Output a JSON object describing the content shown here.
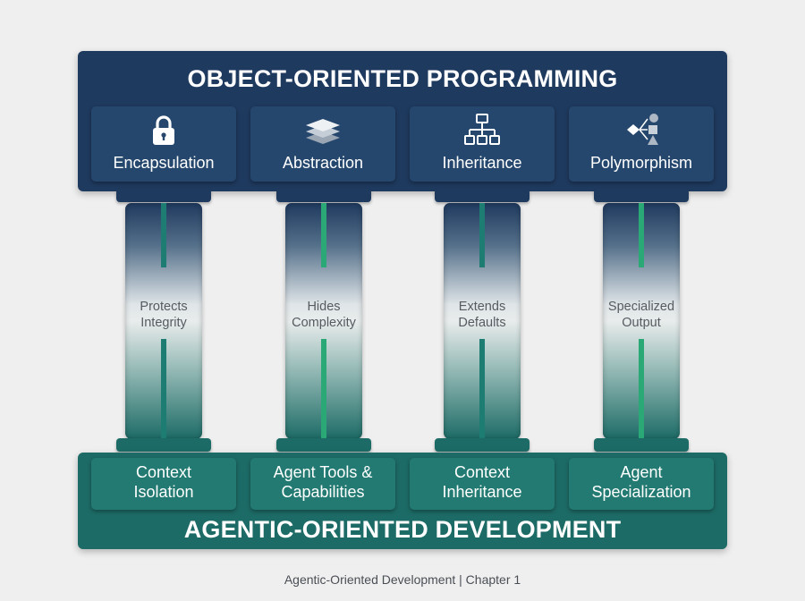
{
  "oop": {
    "title": "OBJECT-ORIENTED PROGRAMMING",
    "concepts": [
      {
        "label": "Encapsulation",
        "icon": "lock-icon"
      },
      {
        "label": "Abstraction",
        "icon": "layers-icon"
      },
      {
        "label": "Inheritance",
        "icon": "hierarchy-icon"
      },
      {
        "label": "Polymorphism",
        "icon": "shapes-icon"
      }
    ]
  },
  "pillars": [
    {
      "line1": "Protects",
      "line2": "Integrity",
      "stripe_color": "#1d7d72"
    },
    {
      "line1": "Hides",
      "line2": "Complexity",
      "stripe_color": "#2aa876"
    },
    {
      "line1": "Extends",
      "line2": "Defaults",
      "stripe_color": "#1d7d72"
    },
    {
      "line1": "Specialized",
      "line2": "Output",
      "stripe_color": "#2aa876"
    }
  ],
  "aod": {
    "title": "AGENTIC-ORIENTED DEVELOPMENT",
    "concepts": [
      {
        "line1": "Context",
        "line2": "Isolation"
      },
      {
        "line1": "Agent Tools &",
        "line2": "Capabilities"
      },
      {
        "line1": "Context",
        "line2": "Inheritance"
      },
      {
        "line1": "Agent",
        "line2": "Specialization"
      }
    ]
  },
  "footer": "Agentic-Oriented Development | Chapter 1",
  "colors": {
    "navy": "#1f3a5f",
    "teal": "#1d6b66",
    "background": "#efefef"
  }
}
